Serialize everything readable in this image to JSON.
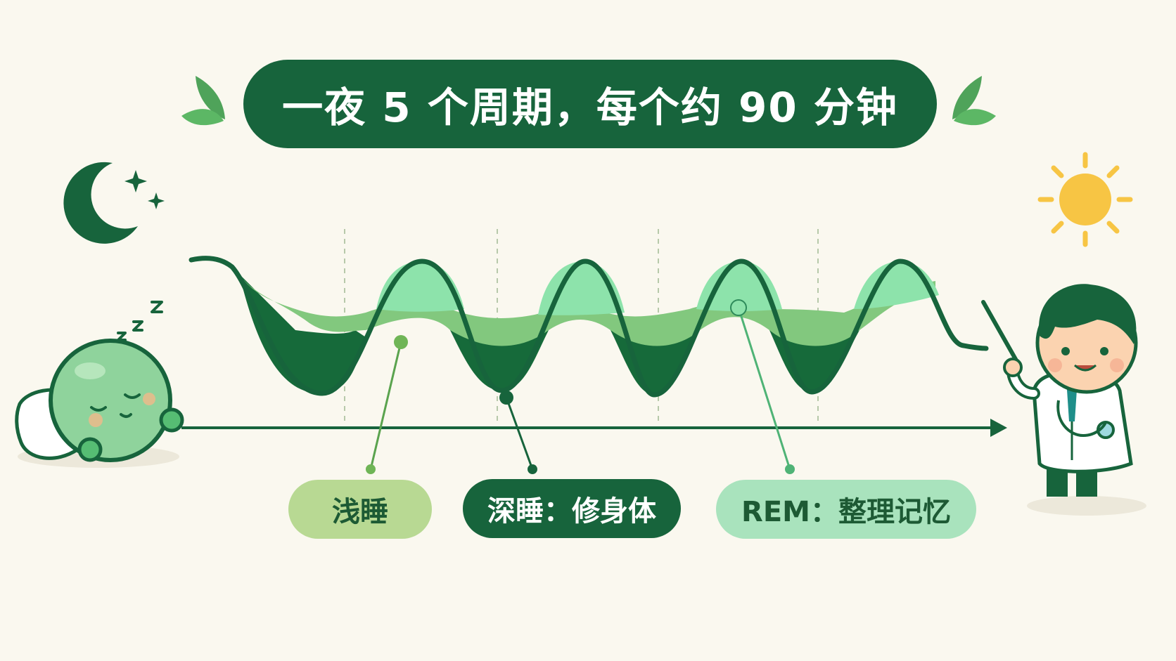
{
  "title": "一夜 5 个周期，每个约 90 分钟",
  "labels": {
    "light": "浅睡",
    "deep": "深睡：修身体",
    "rem": "REM：整理记忆"
  },
  "colors": {
    "background": "#faf8ef",
    "dark_green": "#17643c",
    "mid_green": "#82c87e",
    "light_green": "#8de3ab",
    "deep_fill": "#166a3a",
    "sun": "#f7c544"
  },
  "icons": [
    "moon-icon",
    "sparkle-icon",
    "sun-icon",
    "leaf-icon",
    "sleeping-character-icon",
    "doctor-character-icon"
  ],
  "chart_data": {
    "type": "line",
    "cycles": 5
  }
}
